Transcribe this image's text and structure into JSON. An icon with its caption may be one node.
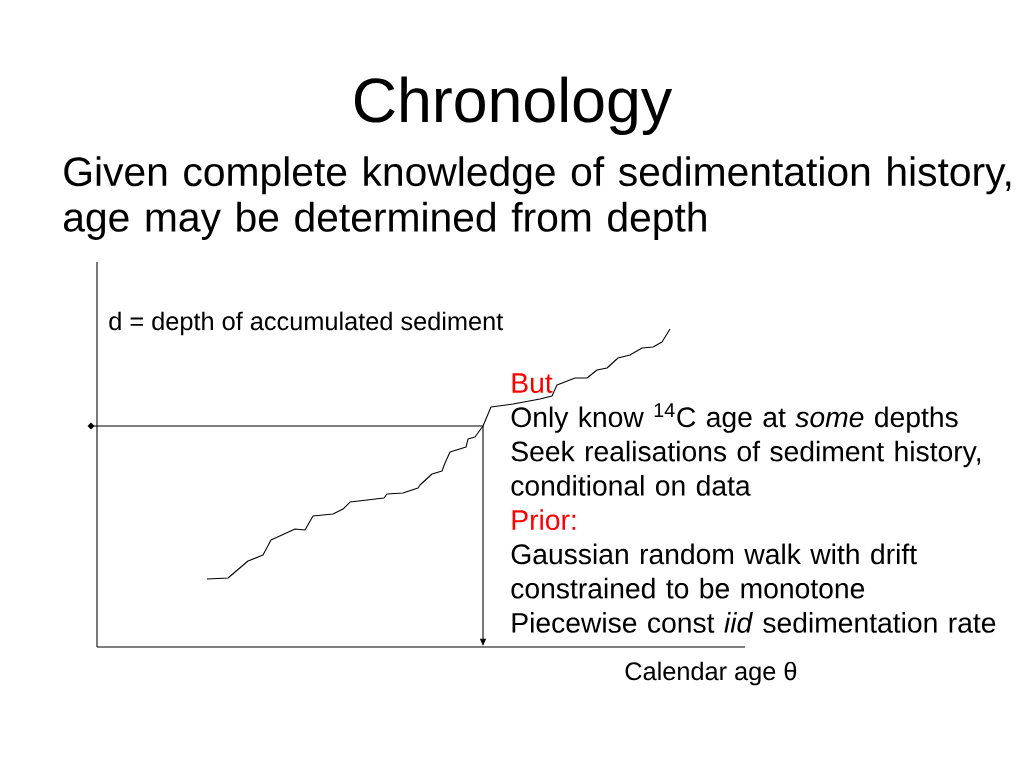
{
  "diagram": {
    "title": "Chronology",
    "labels": [
      "Given complete knowledge of sedimentation history, age may be determined from depth",
      "d = depth of accumulated sediment",
      "But",
      "Only know $^{14}$C age at *some* depths",
      "Seek realisations of sediment history, conditional on data",
      "Prior:",
      "Gaussian random walk with drift constrained to be monotone",
      "Piecewise const *iid* sedimentation rate",
      "Calendar age θ"
    ]
  }
}
